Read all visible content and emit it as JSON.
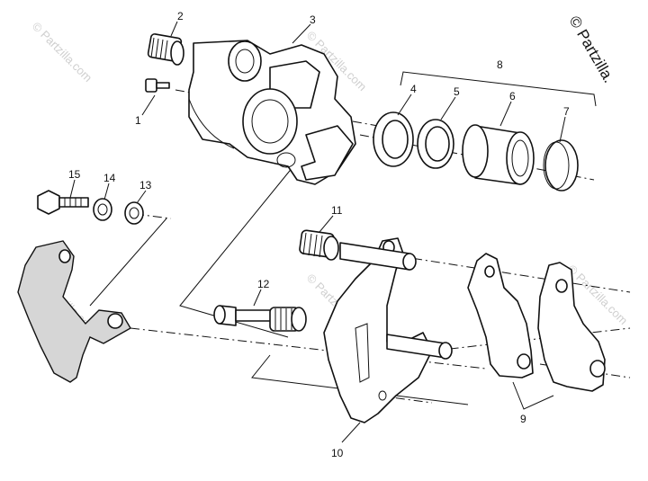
{
  "copyright": "© Partzilla.",
  "watermark": "© Partzilla.com",
  "labels": {
    "l1": "1",
    "l2": "2",
    "l3": "3",
    "l4": "4",
    "l5": "5",
    "l6": "6",
    "l7": "7",
    "l8": "8",
    "l9": "9",
    "l10": "10",
    "l11": "11",
    "l12": "12",
    "l13": "13",
    "l14": "14",
    "l15": "15"
  }
}
